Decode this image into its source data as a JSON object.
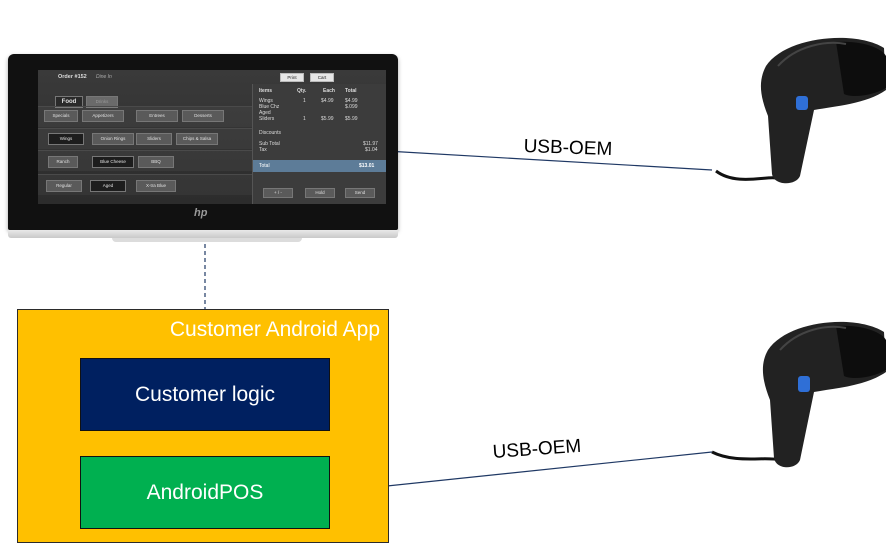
{
  "terminal": {
    "order_title": "Order #152",
    "order_sub": "Dine In",
    "top_buttons": [
      "Print",
      "Cart"
    ],
    "category_tabs": [
      "Food",
      "Drinks"
    ],
    "rows": [
      [
        "Specials",
        "Appetizers",
        "Entrees",
        "Desserts"
      ],
      [
        "Wings",
        "Onion Rings",
        "Sliders",
        "Chips & Salsa"
      ],
      [
        "Ranch",
        "Blue Cheese",
        "BBQ"
      ],
      [
        "Regular",
        "Aged",
        "X-tra Blue"
      ]
    ],
    "order_headers": [
      "Items",
      "Qty.",
      "Each",
      "Total"
    ],
    "order_items": [
      {
        "name": "Wings",
        "qty": "1",
        "each": "$4.99",
        "total": "$4.99"
      },
      {
        "name": "Blue Chz",
        "qty": "",
        "each": "",
        "total": "$.099"
      },
      {
        "name": "Aged",
        "qty": "",
        "each": "",
        "total": ""
      },
      {
        "name": "Sliders",
        "qty": "1",
        "each": "$5.99",
        "total": "$5.99"
      }
    ],
    "discounts_label": "Discounts",
    "subtotal_label": "Sub Total",
    "subtotal_value": "$11.97",
    "tax_label": "Tax",
    "tax_value": "$1.04",
    "total_label": "Total",
    "total_value": "$13.01",
    "bottom_buttons": [
      "+ / -",
      "Hold",
      "Send"
    ],
    "brand_logo": "hp"
  },
  "app": {
    "title": "Customer Android App",
    "logic_label": "Customer logic",
    "pos_label": "AndroidPOS"
  },
  "connections": {
    "top_label": "USB-OEM",
    "bottom_label": "USB-OEM"
  },
  "colors": {
    "app_box": "#ffc000",
    "logic_box": "#002060",
    "pos_box": "#00b050",
    "line": "#1f3864"
  },
  "icons": {
    "scanner_top": "barcode-scanner-icon",
    "scanner_bottom": "barcode-scanner-icon"
  }
}
